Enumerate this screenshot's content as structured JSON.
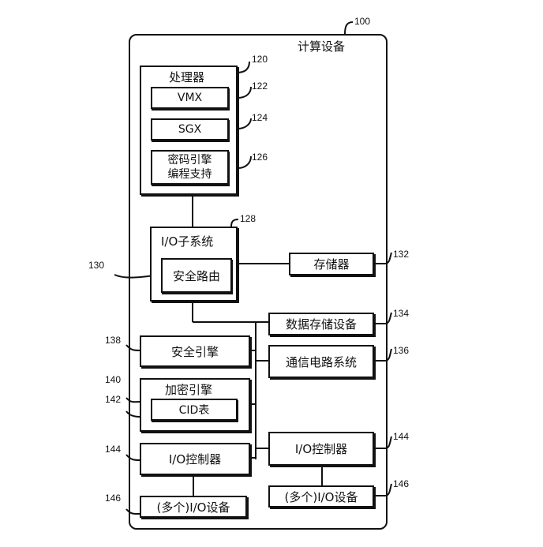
{
  "device": {
    "title": "计算设备",
    "ref": "100"
  },
  "processor": {
    "title": "处理器",
    "ref": "120",
    "vmx": {
      "label": "VMX",
      "ref": "122"
    },
    "sgx": {
      "label": "SGX",
      "ref": "124"
    },
    "crypto_support": {
      "line1": "密码引擎",
      "line2": "编程支持",
      "ref": "126"
    }
  },
  "io_subsystem": {
    "title": "I/O子系统",
    "ref": "128",
    "secure_route": {
      "label": "安全路由",
      "ref": "130"
    }
  },
  "memory": {
    "label": "存储器",
    "ref": "132"
  },
  "data_storage": {
    "label": "数据存储设备",
    "ref": "134"
  },
  "comm_circuitry": {
    "label": "通信电路系统",
    "ref": "136"
  },
  "security_engine": {
    "label": "安全引擎",
    "ref": "138"
  },
  "crypto_engine": {
    "title": "加密引擎",
    "ref": "140",
    "cid_table": {
      "label": "CID表",
      "ref": "142"
    }
  },
  "io_controller_left": {
    "label": "I/O控制器",
    "ref": "144"
  },
  "io_devices_left": {
    "label": "(多个)I/O设备",
    "ref": "146"
  },
  "io_controller_right": {
    "label": "I/O控制器",
    "ref": "144"
  },
  "io_devices_right": {
    "label": "(多个)I/O设备",
    "ref": "146"
  }
}
